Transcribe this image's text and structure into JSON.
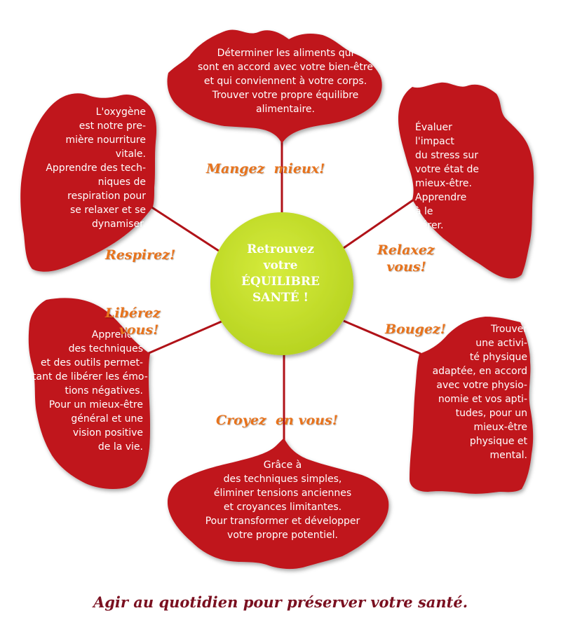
{
  "colors": {
    "leaf": "#c0151c",
    "stem": "#b01218",
    "label": "#e8731c",
    "center": "#c6e02a",
    "caption": "#7a1020"
  },
  "center": {
    "text": "Retrouvez\nvotre\nÉQUILIBRE\nSANTÉ !"
  },
  "petals": {
    "mangez": {
      "label": "Mangez  mieux!",
      "text": "Déterminer les aliments qui\nsont en accord avec votre bien-être\net qui conviennent à votre corps.\nTrouver votre propre équilibre\nalimentaire."
    },
    "relaxez": {
      "label": "Relaxez\n  vous!",
      "text": "Évaluer\nl'impact\ndu stress sur\nvotre état de\nmieux-être.\nApprendre\nà le\ngérer."
    },
    "bougez": {
      "label": "Bougez!",
      "text": "Trouver\nune activi-\nté physique\nadaptée, en accord\navec votre physio-\nnomie et vos apti-\ntudes, pour un\nmieux-être\nphysique et\nmental."
    },
    "croyez": {
      "label": "Croyez  en vous!",
      "text": "Grâce à\ndes techniques simples,\néliminer tensions anciennes\net croyances limitantes.\nPour transformer et développer\nvotre propre potentiel."
    },
    "liberez": {
      "label": "Libérez\n   vous!",
      "text": "Apprendre\ndes techniques\net des outils permet-\ntant de libérer les émo-\ntions négatives.\nPour un mieux-être\ngénéral et une\nvision positive\nde la vie."
    },
    "respirez": {
      "label": "Respirez!",
      "text": "L'oxygène\nest notre pre-\nmière nourriture\nvitale.\nApprendre des tech-\nniques de\nrespiration pour\nse relaxer et se\ndynamiser."
    }
  },
  "caption": "Agir au quotidien pour préserver votre santé."
}
